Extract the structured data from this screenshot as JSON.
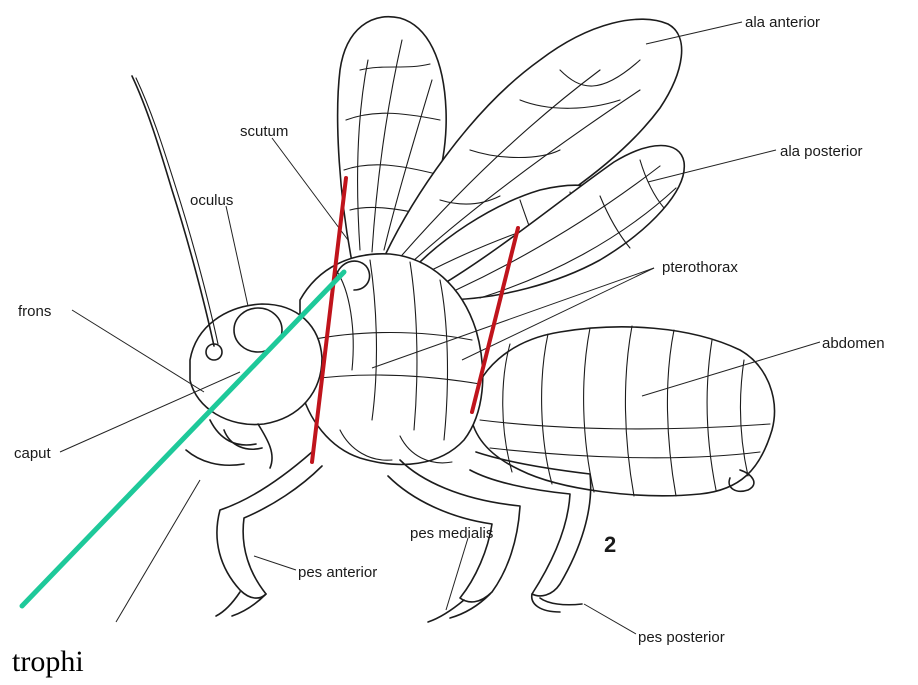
{
  "labels": {
    "ala_anterior": "ala anterior",
    "ala_posterior": "ala posterior",
    "scutum": "scutum",
    "oculus": "oculus",
    "pterothorax": "pterothorax",
    "frons": "frons",
    "abdomen": "abdomen",
    "caput": "caput",
    "pes_medialis": "pes medialis",
    "pes_anterior": "pes anterior",
    "pes_posterior": "pes posterior",
    "figure_number": "2",
    "trophi": "trophi"
  },
  "colors": {
    "segment_lines": "#c0141c",
    "head_line": "#1ec99a",
    "ink": "#1c1c1c",
    "background": "#ffffff"
  }
}
